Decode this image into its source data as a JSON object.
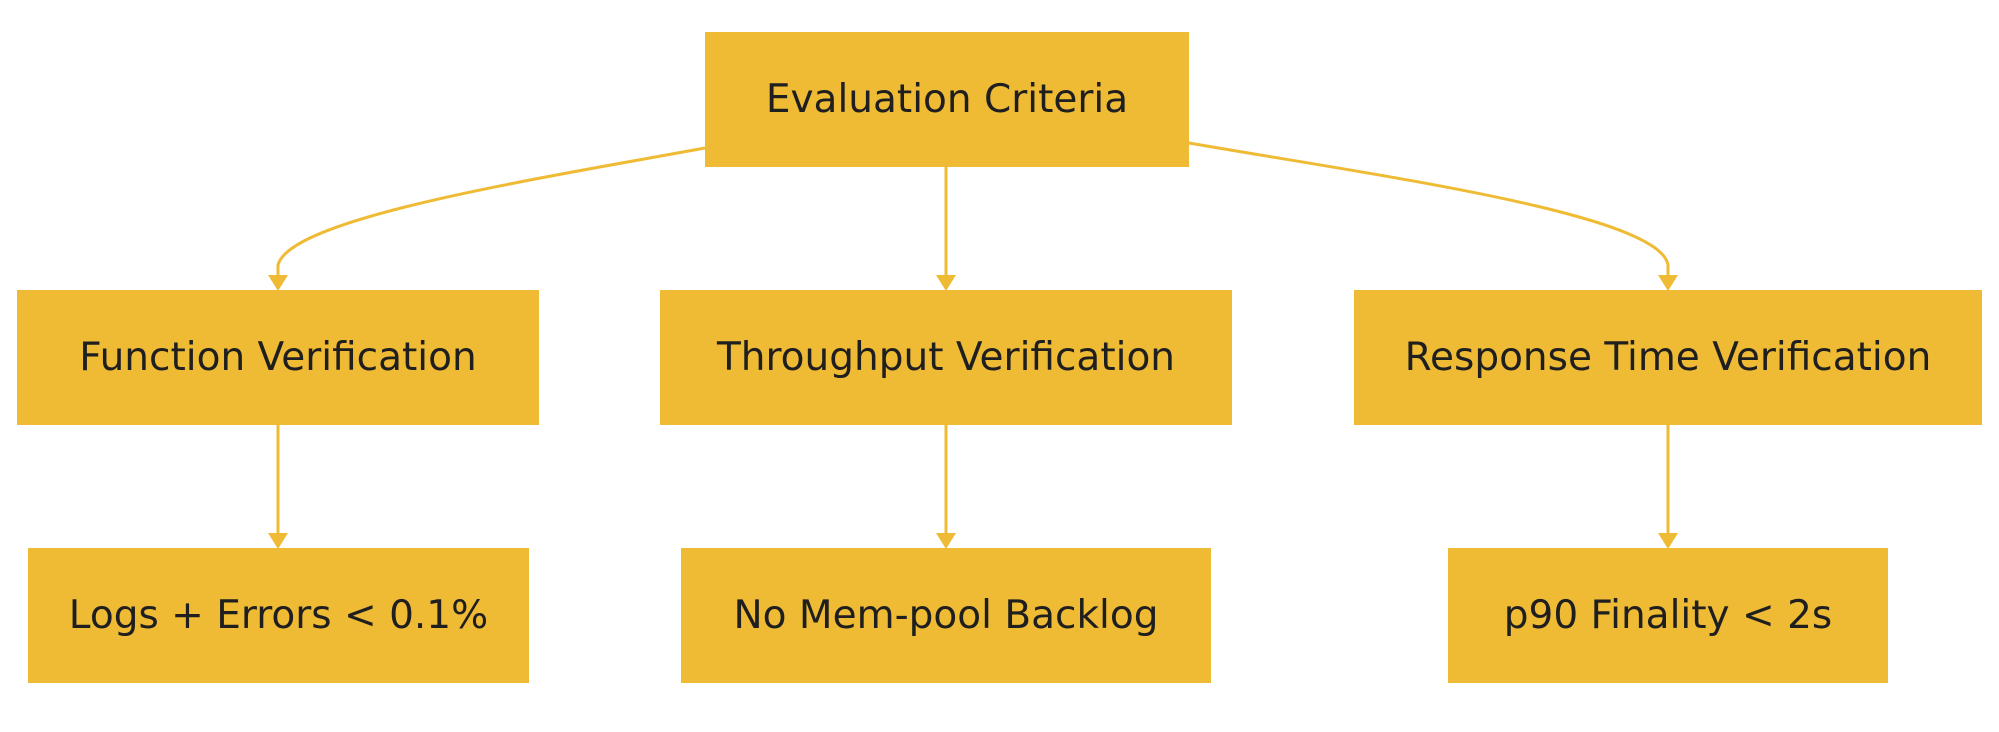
{
  "diagram": {
    "root": {
      "label": "Evaluation Criteria"
    },
    "criteria": [
      {
        "label": "Function Verification",
        "target": "Logs + Errors < 0.1%"
      },
      {
        "label": "Throughput Verification",
        "target": "No Mem-pool Backlog"
      },
      {
        "label": "Response Time Verification",
        "target": "p90 Finality < 2s"
      }
    ]
  },
  "colors": {
    "node_fill": "#efbb35",
    "edge": "#efbb35",
    "text": "#1f1f1f",
    "background": "#ffffff"
  }
}
